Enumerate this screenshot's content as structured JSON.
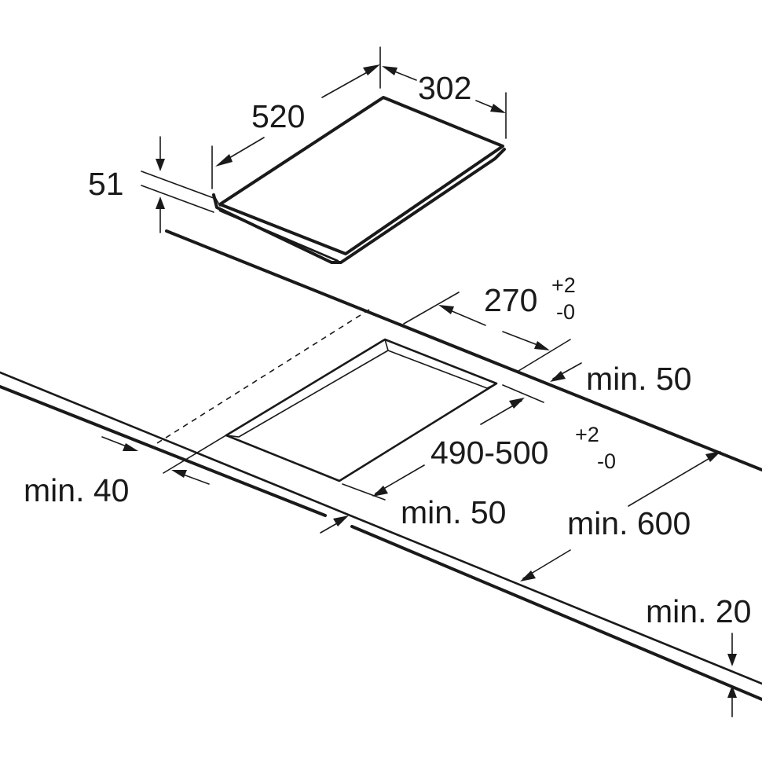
{
  "dimensions": {
    "hob_depth": "520",
    "hob_width": "302",
    "hob_height": "51",
    "cutout_width": "270",
    "cutout_width_tol_upper": "+2",
    "cutout_width_tol_lower": "-0",
    "cutout_depth": "490-500",
    "cutout_depth_tol_upper": "+2",
    "cutout_depth_tol_lower": "-0",
    "min_back_clearance": "min. 50",
    "min_front_clearance": "min. 50",
    "min_side_clearance": "min. 40",
    "min_worktop_depth": "min. 600",
    "min_worktop_thickness": "min. 20"
  }
}
